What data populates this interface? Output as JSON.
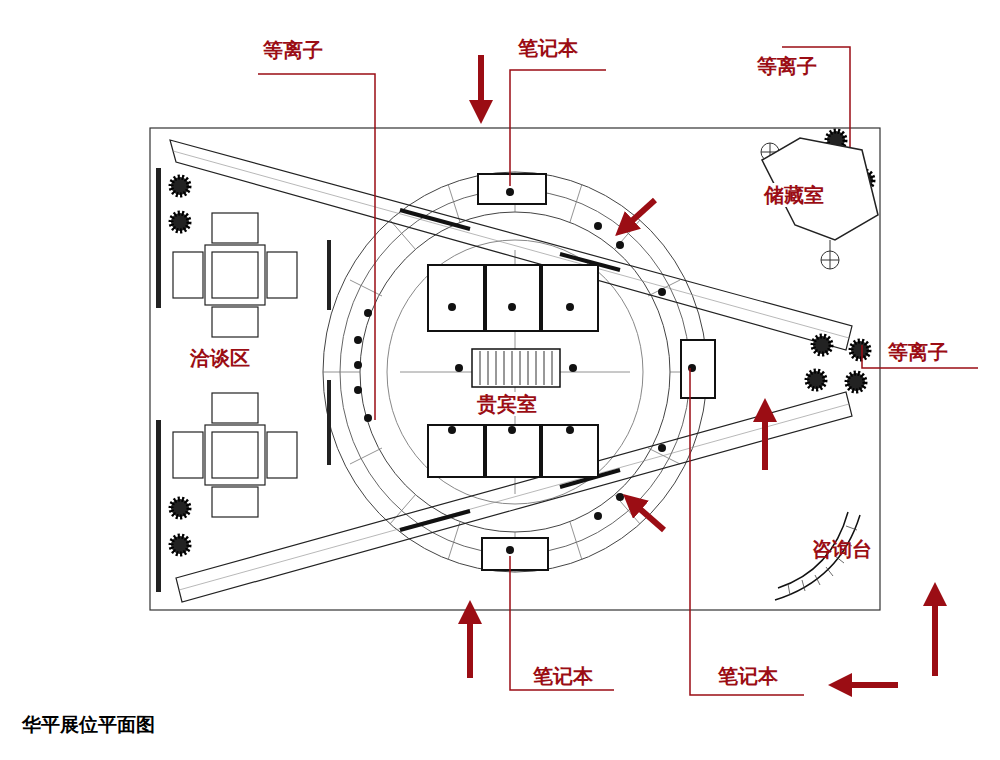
{
  "diagram": {
    "title": "华平展位平面图",
    "nodes": [
      {
        "text": [
          "储藏室"
        ]
      },
      {
        "text": [
          "贵宾室"
        ]
      }
    ],
    "labels": [
      "等离子",
      "笔记本",
      "等离子",
      "等离子",
      "洽谈区",
      "咨询台",
      "笔记本",
      "笔记本"
    ]
  }
}
